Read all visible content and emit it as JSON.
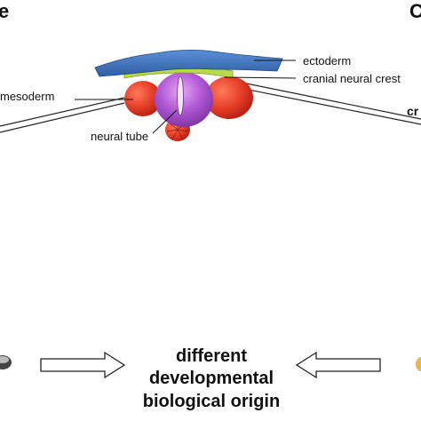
{
  "labels": {
    "corner_left": "e",
    "corner_right": "C",
    "ectoderm": "ectoderm",
    "cranial_neural_crest": "cranial neural crest",
    "mesoderm": "mesoderm",
    "neural_tube": "neural tube",
    "cr_partial": "cr"
  },
  "conclusion": {
    "line1": "different",
    "line2": "developmental",
    "line3": "biological origin"
  },
  "colors": {
    "ectoderm": "#3f6fb5",
    "ectoderm_edge": "#2a4f8a",
    "neural_crest": "#b7d94a",
    "mesoderm": "#e8412a",
    "mesoderm_dark": "#c5261a",
    "neural_tube": "#b25ad6",
    "neural_tube_edge": "#7b2fa0"
  }
}
